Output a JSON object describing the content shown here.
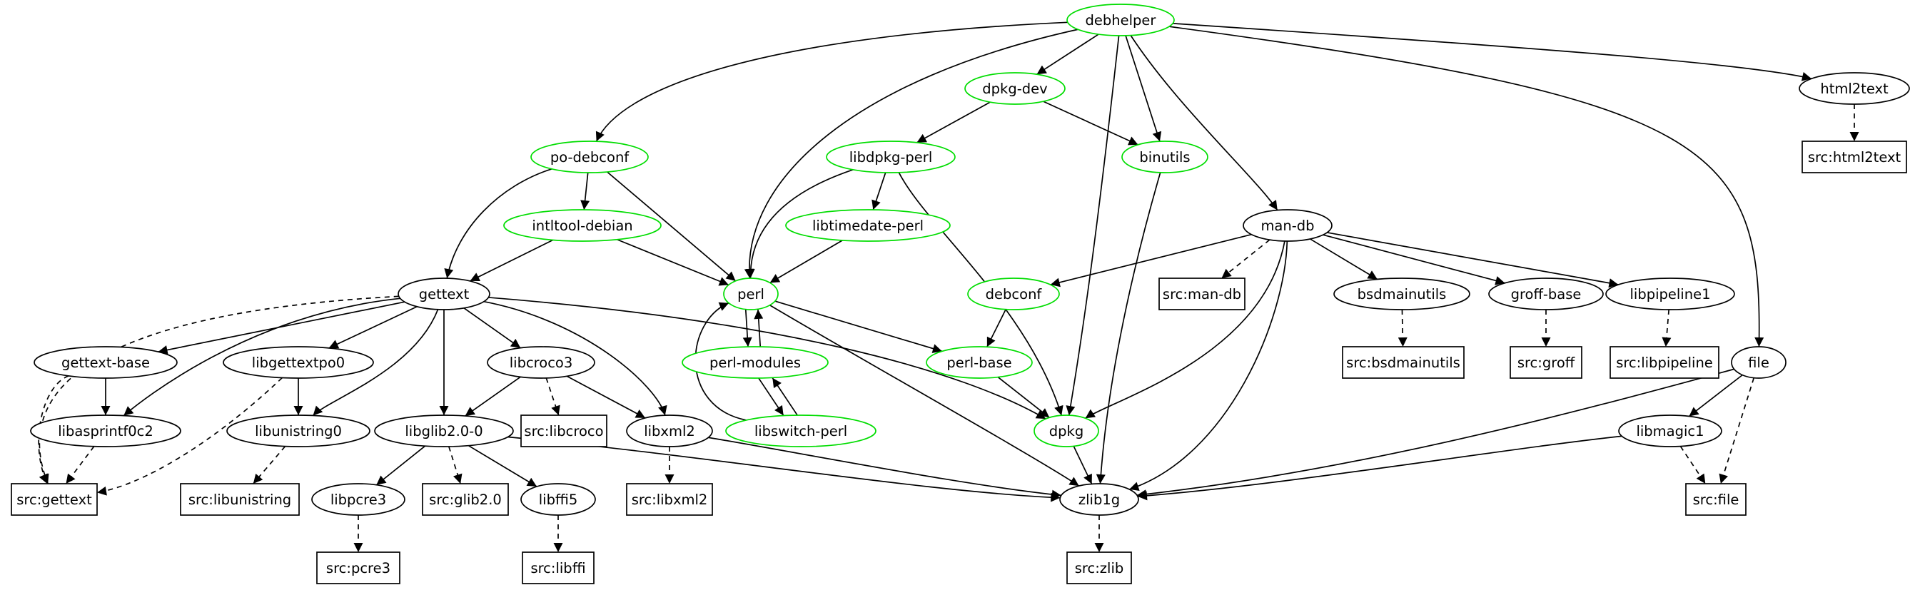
{
  "graph": {
    "highlight_color": "#00dd00",
    "default_color": "#000000",
    "nodes": [
      {
        "id": "debhelper",
        "label": "debhelper",
        "shape": "ellipse",
        "color": "green"
      },
      {
        "id": "dpkg-dev",
        "label": "dpkg-dev",
        "shape": "ellipse",
        "color": "green"
      },
      {
        "id": "html2text",
        "label": "html2text",
        "shape": "ellipse",
        "color": "black"
      },
      {
        "id": "src-html2text",
        "label": "src:html2text",
        "shape": "box",
        "color": "black"
      },
      {
        "id": "po-debconf",
        "label": "po-debconf",
        "shape": "ellipse",
        "color": "green"
      },
      {
        "id": "libdpkg-perl",
        "label": "libdpkg-perl",
        "shape": "ellipse",
        "color": "green"
      },
      {
        "id": "binutils",
        "label": "binutils",
        "shape": "ellipse",
        "color": "green"
      },
      {
        "id": "intltool-debian",
        "label": "intltool-debian",
        "shape": "ellipse",
        "color": "green"
      },
      {
        "id": "libtimedate-perl",
        "label": "libtimedate-perl",
        "shape": "ellipse",
        "color": "green"
      },
      {
        "id": "man-db",
        "label": "man-db",
        "shape": "ellipse",
        "color": "black"
      },
      {
        "id": "gettext",
        "label": "gettext",
        "shape": "ellipse",
        "color": "black"
      },
      {
        "id": "perl",
        "label": "perl",
        "shape": "ellipse",
        "color": "green"
      },
      {
        "id": "debconf",
        "label": "debconf",
        "shape": "ellipse",
        "color": "green"
      },
      {
        "id": "src-man-db",
        "label": "src:man-db",
        "shape": "box",
        "color": "black"
      },
      {
        "id": "bsdmainutils",
        "label": "bsdmainutils",
        "shape": "ellipse",
        "color": "black"
      },
      {
        "id": "groff-base",
        "label": "groff-base",
        "shape": "ellipse",
        "color": "black"
      },
      {
        "id": "libpipeline1",
        "label": "libpipeline1",
        "shape": "ellipse",
        "color": "black"
      },
      {
        "id": "gettext-base",
        "label": "gettext-base",
        "shape": "ellipse",
        "color": "black"
      },
      {
        "id": "libgettextpo0",
        "label": "libgettextpo0",
        "shape": "ellipse",
        "color": "black"
      },
      {
        "id": "libcroco3",
        "label": "libcroco3",
        "shape": "ellipse",
        "color": "black"
      },
      {
        "id": "perl-modules",
        "label": "perl-modules",
        "shape": "ellipse",
        "color": "green"
      },
      {
        "id": "perl-base",
        "label": "perl-base",
        "shape": "ellipse",
        "color": "green"
      },
      {
        "id": "src-bsdmainutils",
        "label": "src:bsdmainutils",
        "shape": "box",
        "color": "black"
      },
      {
        "id": "src-groff",
        "label": "src:groff",
        "shape": "box",
        "color": "black"
      },
      {
        "id": "src-libpipeline",
        "label": "src:libpipeline",
        "shape": "box",
        "color": "black"
      },
      {
        "id": "file",
        "label": "file",
        "shape": "ellipse",
        "color": "black"
      },
      {
        "id": "libasprintf0c2",
        "label": "libasprintf0c2",
        "shape": "ellipse",
        "color": "black"
      },
      {
        "id": "libunistring0",
        "label": "libunistring0",
        "shape": "ellipse",
        "color": "black"
      },
      {
        "id": "libglib2.0-0",
        "label": "libglib2.0-0",
        "shape": "ellipse",
        "color": "black"
      },
      {
        "id": "src-libcroco",
        "label": "src:libcroco",
        "shape": "box",
        "color": "black"
      },
      {
        "id": "libxml2",
        "label": "libxml2",
        "shape": "ellipse",
        "color": "black"
      },
      {
        "id": "libswitch-perl",
        "label": "libswitch-perl",
        "shape": "ellipse",
        "color": "green"
      },
      {
        "id": "dpkg",
        "label": "dpkg",
        "shape": "ellipse",
        "color": "green"
      },
      {
        "id": "libmagic1",
        "label": "libmagic1",
        "shape": "ellipse",
        "color": "black"
      },
      {
        "id": "src-gettext",
        "label": "src:gettext",
        "shape": "box",
        "color": "black"
      },
      {
        "id": "src-libunistring",
        "label": "src:libunistring",
        "shape": "box",
        "color": "black"
      },
      {
        "id": "libpcre3",
        "label": "libpcre3",
        "shape": "ellipse",
        "color": "black"
      },
      {
        "id": "src-glib2.0",
        "label": "src:glib2.0",
        "shape": "box",
        "color": "black"
      },
      {
        "id": "libffi5",
        "label": "libffi5",
        "shape": "ellipse",
        "color": "black"
      },
      {
        "id": "src-libxml2",
        "label": "src:libxml2",
        "shape": "box",
        "color": "black"
      },
      {
        "id": "zlib1g",
        "label": "zlib1g",
        "shape": "ellipse",
        "color": "black"
      },
      {
        "id": "src-file",
        "label": "src:file",
        "shape": "box",
        "color": "black"
      },
      {
        "id": "src-pcre",
        "label": "src:pcre3",
        "shape": "box",
        "color": "black"
      },
      {
        "id": "src-libffi",
        "label": "src:libffi",
        "shape": "box",
        "color": "black"
      },
      {
        "id": "src-zlib",
        "label": "src:zlib",
        "shape": "box",
        "color": "black"
      }
    ],
    "edges": [
      {
        "from": "debhelper",
        "to": "dpkg-dev",
        "style": "solid"
      },
      {
        "from": "debhelper",
        "to": "html2text",
        "style": "solid"
      },
      {
        "from": "debhelper",
        "to": "po-debconf",
        "style": "solid"
      },
      {
        "from": "debhelper",
        "to": "perl",
        "style": "solid"
      },
      {
        "from": "debhelper",
        "to": "binutils",
        "style": "solid"
      },
      {
        "from": "debhelper",
        "to": "man-db",
        "style": "solid"
      },
      {
        "from": "debhelper",
        "to": "dpkg",
        "style": "solid"
      },
      {
        "from": "debhelper",
        "to": "file",
        "style": "solid"
      },
      {
        "from": "html2text",
        "to": "src-html2text",
        "style": "dashed"
      },
      {
        "from": "dpkg-dev",
        "to": "libdpkg-perl",
        "style": "solid"
      },
      {
        "from": "dpkg-dev",
        "to": "binutils",
        "style": "solid"
      },
      {
        "from": "po-debconf",
        "to": "intltool-debian",
        "style": "solid"
      },
      {
        "from": "po-debconf",
        "to": "gettext",
        "style": "solid"
      },
      {
        "from": "po-debconf",
        "to": "perl",
        "style": "solid"
      },
      {
        "from": "libdpkg-perl",
        "to": "libtimedate-perl",
        "style": "solid"
      },
      {
        "from": "libdpkg-perl",
        "to": "perl",
        "style": "solid"
      },
      {
        "from": "libdpkg-perl",
        "to": "dpkg",
        "style": "solid"
      },
      {
        "from": "binutils",
        "to": "zlib1g",
        "style": "solid"
      },
      {
        "from": "intltool-debian",
        "to": "gettext",
        "style": "solid"
      },
      {
        "from": "intltool-debian",
        "to": "perl",
        "style": "solid"
      },
      {
        "from": "libtimedate-perl",
        "to": "perl",
        "style": "solid"
      },
      {
        "from": "man-db",
        "to": "debconf",
        "style": "solid"
      },
      {
        "from": "man-db",
        "to": "src-man-db",
        "style": "dashed"
      },
      {
        "from": "man-db",
        "to": "bsdmainutils",
        "style": "solid"
      },
      {
        "from": "man-db",
        "to": "groff-base",
        "style": "solid"
      },
      {
        "from": "man-db",
        "to": "libpipeline1",
        "style": "solid"
      },
      {
        "from": "man-db",
        "to": "dpkg",
        "style": "solid"
      },
      {
        "from": "man-db",
        "to": "zlib1g",
        "style": "solid"
      },
      {
        "from": "gettext",
        "to": "gettext-base",
        "style": "solid"
      },
      {
        "from": "gettext",
        "to": "libgettextpo0",
        "style": "solid"
      },
      {
        "from": "gettext",
        "to": "libcroco3",
        "style": "solid"
      },
      {
        "from": "gettext",
        "to": "libasprintf0c2",
        "style": "solid"
      },
      {
        "from": "gettext",
        "to": "libunistring0",
        "style": "solid"
      },
      {
        "from": "gettext",
        "to": "libglib2.0-0",
        "style": "solid"
      },
      {
        "from": "gettext",
        "to": "libxml2",
        "style": "solid"
      },
      {
        "from": "gettext",
        "to": "dpkg",
        "style": "solid"
      },
      {
        "from": "gettext",
        "to": "src-gettext",
        "style": "dashed"
      },
      {
        "from": "perl",
        "to": "perl-modules",
        "style": "solid"
      },
      {
        "from": "perl",
        "to": "perl-base",
        "style": "solid"
      },
      {
        "from": "perl",
        "to": "zlib1g",
        "style": "solid"
      },
      {
        "from": "debconf",
        "to": "perl-base",
        "style": "solid"
      },
      {
        "from": "bsdmainutils",
        "to": "src-bsdmainutils",
        "style": "dashed"
      },
      {
        "from": "groff-base",
        "to": "src-groff",
        "style": "dashed"
      },
      {
        "from": "libpipeline1",
        "to": "src-libpipeline",
        "style": "dashed"
      },
      {
        "from": "gettext-base",
        "to": "libasprintf0c2",
        "style": "solid"
      },
      {
        "from": "gettext-base",
        "to": "src-gettext",
        "style": "dashed"
      },
      {
        "from": "libgettextpo0",
        "to": "libunistring0",
        "style": "solid"
      },
      {
        "from": "libgettextpo0",
        "to": "src-gettext",
        "style": "dashed"
      },
      {
        "from": "libcroco3",
        "to": "libglib2.0-0",
        "style": "solid"
      },
      {
        "from": "libcroco3",
        "to": "src-libcroco",
        "style": "dashed"
      },
      {
        "from": "libcroco3",
        "to": "libxml2",
        "style": "solid"
      },
      {
        "from": "perl-modules",
        "to": "perl",
        "style": "solid"
      },
      {
        "from": "perl-modules",
        "to": "libswitch-perl",
        "style": "solid"
      },
      {
        "from": "libswitch-perl",
        "to": "perl-modules",
        "style": "solid"
      },
      {
        "from": "libswitch-perl",
        "to": "perl",
        "style": "solid"
      },
      {
        "from": "perl-base",
        "to": "dpkg",
        "style": "solid"
      },
      {
        "from": "file",
        "to": "libmagic1",
        "style": "solid"
      },
      {
        "from": "file",
        "to": "zlib1g",
        "style": "solid"
      },
      {
        "from": "file",
        "to": "src-file",
        "style": "dashed"
      },
      {
        "from": "libasprintf0c2",
        "to": "src-gettext",
        "style": "dashed"
      },
      {
        "from": "libunistring0",
        "to": "src-libunistring",
        "style": "dashed"
      },
      {
        "from": "libglib2.0-0",
        "to": "libpcre3",
        "style": "solid"
      },
      {
        "from": "libglib2.0-0",
        "to": "src-glib2.0",
        "style": "dashed"
      },
      {
        "from": "libglib2.0-0",
        "to": "libffi5",
        "style": "solid"
      },
      {
        "from": "libglib2.0-0",
        "to": "zlib1g",
        "style": "solid"
      },
      {
        "from": "libxml2",
        "to": "src-libxml2",
        "style": "dashed"
      },
      {
        "from": "libxml2",
        "to": "zlib1g",
        "style": "solid"
      },
      {
        "from": "dpkg",
        "to": "zlib1g",
        "style": "solid"
      },
      {
        "from": "libmagic1",
        "to": "zlib1g",
        "style": "solid"
      },
      {
        "from": "libmagic1",
        "to": "src-file",
        "style": "dashed"
      },
      {
        "from": "libpcre3",
        "to": "src-pcre",
        "style": "dashed"
      },
      {
        "from": "libffi5",
        "to": "src-libffi",
        "style": "dashed"
      },
      {
        "from": "zlib1g",
        "to": "src-zlib",
        "style": "dashed"
      }
    ]
  }
}
